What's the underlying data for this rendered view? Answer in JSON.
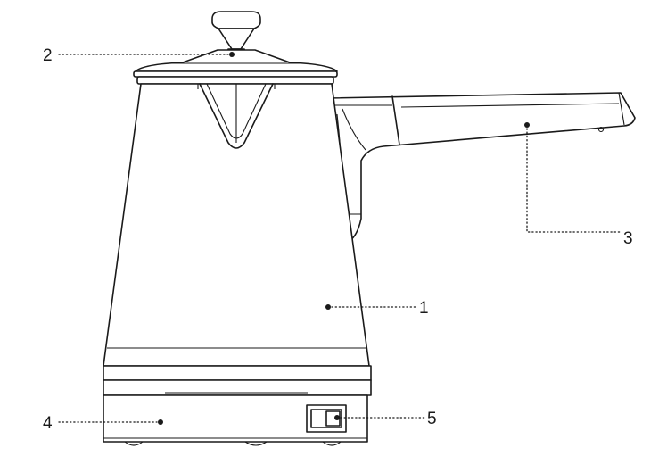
{
  "callouts": [
    {
      "id": "1",
      "label": "1"
    },
    {
      "id": "2",
      "label": "2"
    },
    {
      "id": "3",
      "label": "3"
    },
    {
      "id": "4",
      "label": "4"
    },
    {
      "id": "5",
      "label": "5"
    }
  ],
  "colors": {
    "line": "#1a1a1a",
    "background": "#ffffff"
  },
  "icons": [
    "kettle-illustration",
    "power-switch-icon"
  ]
}
